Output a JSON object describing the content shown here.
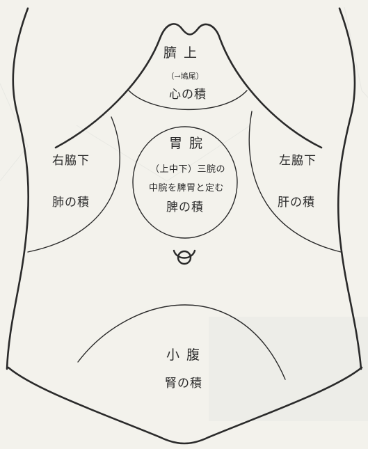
{
  "regions": {
    "upper": {
      "name": "臍 上",
      "note": "（→鳩尾）",
      "organ": "心の積"
    },
    "center": {
      "name": "胃 脘",
      "line1": "（上中下）三脘の",
      "line2": "中脘を脾胃と定む",
      "organ": "脾の積"
    },
    "right": {
      "name": "右脇下",
      "organ": "肺の積"
    },
    "left": {
      "name": "左脇下",
      "organ": "肝の積"
    },
    "lower": {
      "name": "小 腹",
      "organ": "腎の積"
    }
  },
  "icons": {
    "navel": "navel-symbol-icon"
  },
  "colors": {
    "ink": "#2a2a2a",
    "paper": "#f3f2ec"
  }
}
